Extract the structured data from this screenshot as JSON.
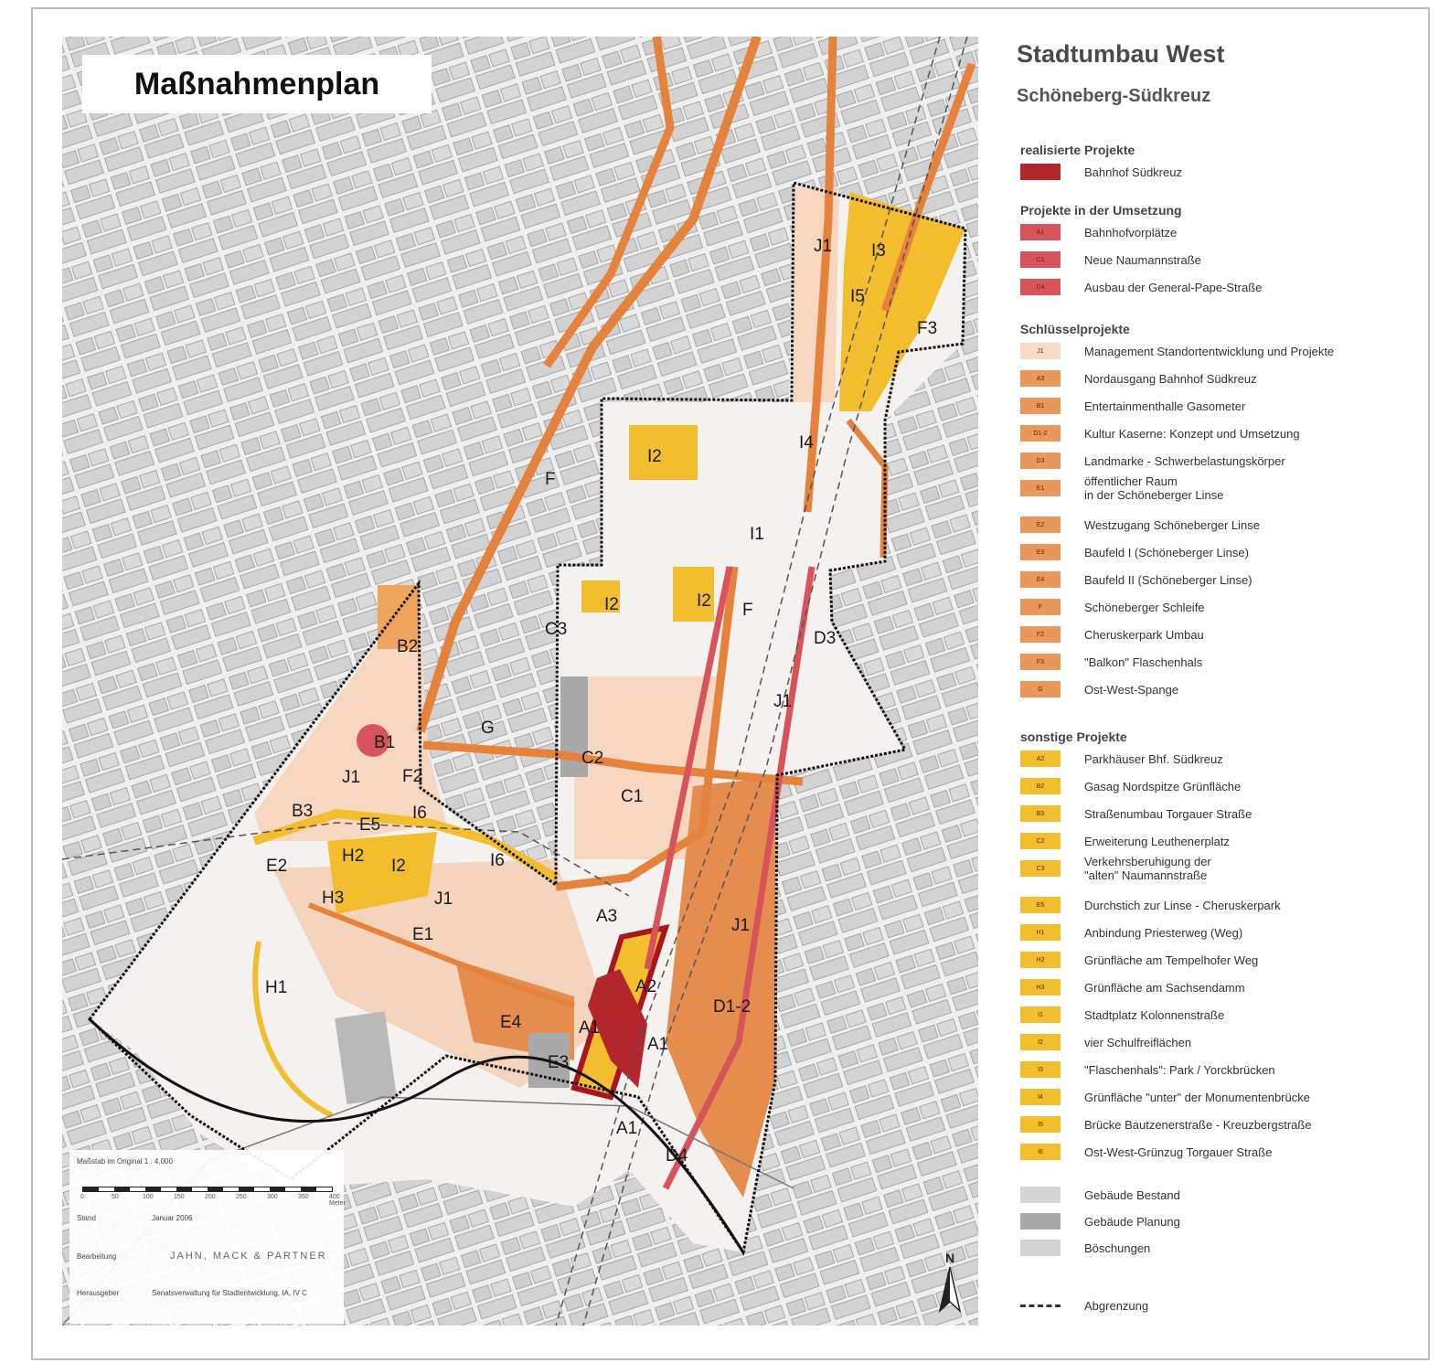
{
  "map": {
    "title": "Maßnahmenplan",
    "labels": [
      "J1",
      "I3",
      "I5",
      "F3",
      "I2",
      "I4",
      "F",
      "I1",
      "I2",
      "I2",
      "F",
      "D3",
      "C3",
      "B2",
      "J1",
      "B1",
      "G",
      "C2",
      "C1",
      "J1",
      "F2",
      "B3",
      "E5",
      "I6",
      "I6",
      "H2",
      "I2",
      "E2",
      "H3",
      "J1",
      "E1",
      "A3",
      "J1",
      "A2",
      "H1",
      "D1-2",
      "E4",
      "A1",
      "A1",
      "E3",
      "A1",
      "D4"
    ],
    "north_arrow": "N"
  },
  "info_box": {
    "scale_text": "Maßstab im Original 1 : 4.000",
    "scale_ticks": [
      "0",
      "50",
      "100",
      "150",
      "200",
      "250",
      "300",
      "350",
      "400 Meter"
    ],
    "stand_label": "Stand",
    "stand_value": "Januar 2006",
    "bearbeitung_label": "Bearbeitung",
    "bearbeitung_value": "JAHN, MACK & PARTNER",
    "herausgeber_label": "Herausgeber",
    "herausgeber_value": "Senatsverwaltung für Stadtentwicklung, IA, IV C"
  },
  "legend": {
    "title": "Stadtumbau West",
    "subtitle": "Schöneberg-Südkreuz",
    "sections": [
      {
        "heading": "realisierte Projekte",
        "items": [
          {
            "code": "",
            "text": "Bahnhof Südkreuz",
            "color": "#b3262b"
          }
        ]
      },
      {
        "heading": "Projekte in der Umsetzung",
        "items": [
          {
            "code": "A1",
            "text": "Bahnhofvorplätze",
            "color": "#d9535a"
          },
          {
            "code": "C1",
            "text": "Neue Naumannstraße",
            "color": "#d9535a"
          },
          {
            "code": "D4",
            "text": "Ausbau der General-Pape-Straße",
            "color": "#d9535a"
          }
        ]
      },
      {
        "heading": "Schlüsselprojekte",
        "items": [
          {
            "code": "J1",
            "text": "Management Standortentwicklung und Projekte",
            "color": "#f8dcc6"
          },
          {
            "code": "A3",
            "text": "Nordausgang Bahnhof Südkreuz",
            "color": "#e9975a"
          },
          {
            "code": "B1",
            "text": "Entertainmenthalle Gasometer",
            "color": "#e9975a"
          },
          {
            "code": "D1-2",
            "text": "Kultur Kaserne: Konzept und Umsetzung",
            "color": "#e9975a"
          },
          {
            "code": "D3",
            "text": "Landmarke - Schwerbelastungskörper",
            "color": "#e9975a"
          },
          {
            "code": "E1",
            "text": "öffentlicher Raum\nin der Schöneberger Linse",
            "color": "#e9975a"
          },
          {
            "code": "E2",
            "text": "Westzugang Schöneberger Linse",
            "color": "#e9975a"
          },
          {
            "code": "E3",
            "text": "Baufeld I (Schöneberger Linse)",
            "color": "#e9975a"
          },
          {
            "code": "E4",
            "text": "Baufeld II (Schöneberger Linse)",
            "color": "#e9975a"
          },
          {
            "code": "F",
            "text": "Schöneberger Schleife",
            "color": "#e9975a"
          },
          {
            "code": "F2",
            "text": "Cheruskerpark Umbau",
            "color": "#e9975a"
          },
          {
            "code": "F3",
            "text": "\"Balkon\" Flaschenhals",
            "color": "#e9975a"
          },
          {
            "code": "G",
            "text": "Ost-West-Spange",
            "color": "#e9975a"
          }
        ]
      },
      {
        "heading": "sonstige Projekte",
        "items": [
          {
            "code": "A2",
            "text": "Parkhäuser Bhf. Südkreuz",
            "color": "#f3be2e"
          },
          {
            "code": "B2",
            "text": "Gasag Nordspitze Grünfläche",
            "color": "#f3be2e"
          },
          {
            "code": "B3",
            "text": "Straßenumbau Torgauer Straße",
            "color": "#f3be2e"
          },
          {
            "code": "C2",
            "text": "Erweiterung Leuthenerplatz",
            "color": "#f3be2e"
          },
          {
            "code": "C3",
            "text": "Verkehrsberuhigung der\n\"alten\" Naumannstraße",
            "color": "#f3be2e"
          },
          {
            "code": "E5",
            "text": "Durchstich zur Linse - Cheruskerpark",
            "color": "#f3be2e"
          },
          {
            "code": "H1",
            "text": "Anbindung Priesterweg (Weg)",
            "color": "#f3be2e"
          },
          {
            "code": "H2",
            "text": "Grünfläche am Tempelhofer Weg",
            "color": "#f3be2e"
          },
          {
            "code": "H3",
            "text": "Grünfläche am Sachsendamm",
            "color": "#f3be2e"
          },
          {
            "code": "I1",
            "text": "Stadtplatz Kolonnenstraße",
            "color": "#f3be2e"
          },
          {
            "code": "I2",
            "text": "vier Schulfreiflächen",
            "color": "#f3be2e"
          },
          {
            "code": "I3",
            "text": "\"Flaschenhals\": Park / Yorckbrücken",
            "color": "#f3be2e"
          },
          {
            "code": "I4",
            "text": "Grünfläche \"unter\" der Monumentenbrücke",
            "color": "#f3be2e"
          },
          {
            "code": "I5",
            "text": "Brücke Bautzenerstraße - Kreuzbergstraße",
            "color": "#f3be2e"
          },
          {
            "code": "I6",
            "text": "Ost-West-Grünzug Torgauer Straße",
            "color": "#f3be2e"
          }
        ]
      },
      {
        "heading": "",
        "items": [
          {
            "code": "",
            "text": "Gebäude Bestand",
            "color": "#d6d6d6"
          },
          {
            "code": "",
            "text": "Gebäude Planung",
            "color": "#a9a9a9"
          },
          {
            "code": "",
            "text": "Böschungen",
            "color": "#d3d3d3"
          }
        ]
      }
    ],
    "boundary_label": "Abgrenzung"
  }
}
